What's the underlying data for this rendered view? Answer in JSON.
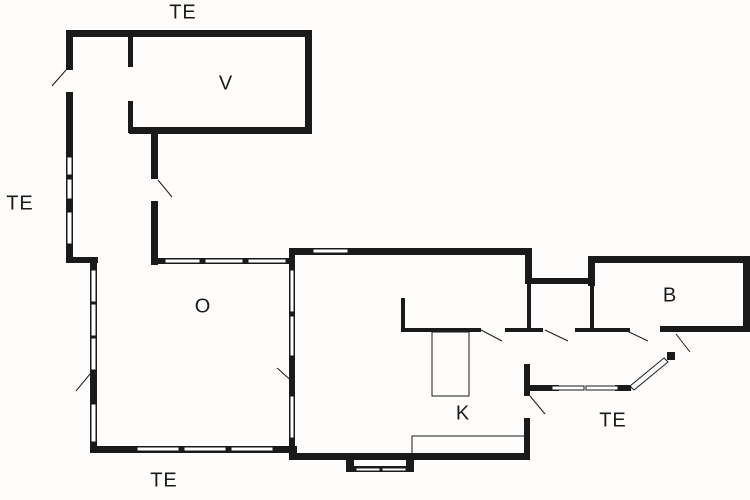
{
  "floor_plan": {
    "colors": {
      "wall": "#1a1a1a",
      "background": "#fefdfc",
      "window": "#ffffff"
    },
    "rooms": [
      {
        "id": "v",
        "label": "V"
      },
      {
        "id": "o",
        "label": "O"
      },
      {
        "id": "k",
        "label": "K"
      },
      {
        "id": "b",
        "label": "B"
      }
    ],
    "terraces": [
      {
        "id": "top",
        "label": "TE"
      },
      {
        "id": "left",
        "label": "TE"
      },
      {
        "id": "bottom",
        "label": "TE"
      },
      {
        "id": "right",
        "label": "TE"
      }
    ]
  }
}
